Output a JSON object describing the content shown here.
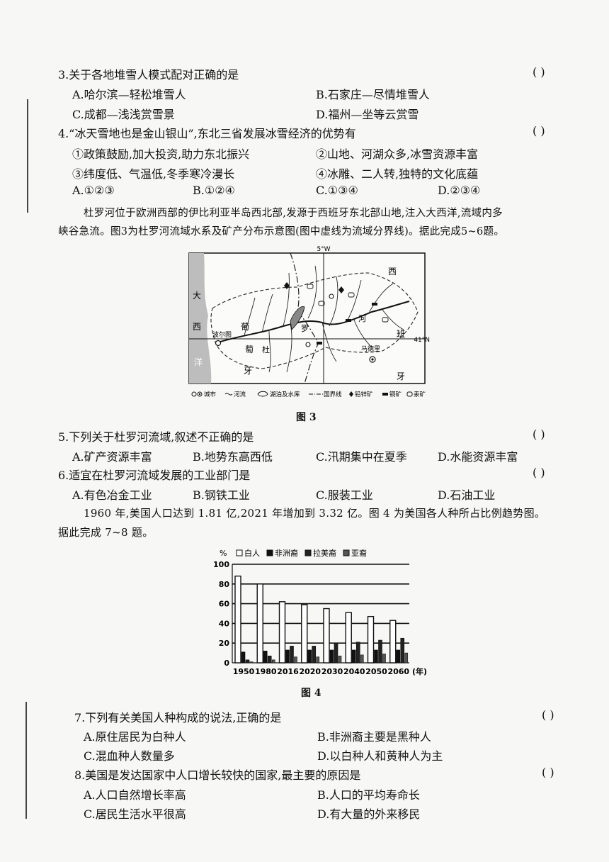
{
  "q3": {
    "stem": "3.关于各地堆雪人模式配对正确的是",
    "paren": "(    )",
    "options": [
      "A.哈尔滨—轻松堆雪人",
      "B.石家庄—尽情堆雪人",
      "C.成都—浅浅赏雪景",
      "D.福州—坐等云赏雪"
    ]
  },
  "q4": {
    "stem": "4.“冰天雪地也是金山银山”,东北三省发展冰雪经济的优势有",
    "paren": "(    )",
    "items": [
      "①政策鼓励,加大投资,助力东北振兴",
      "②山地、河湖众多,冰雪资源丰富",
      "③纬度低、气温低,冬季寒冷漫长",
      "④冰雕、二人转,独特的文化底蕴"
    ],
    "options": [
      "A.①②③",
      "B.①②④",
      "C.①③④",
      "D.②③④"
    ]
  },
  "passage1": {
    "line1": "杜罗河位于欧洲西部的伊比利亚半岛西北部,发源于西班牙东北部山地,注入大西洋,流域内多",
    "line2": "峡谷急流。图3为杜罗河流域水系及矿产分布示意图(图中虚线为流域分界线)。据此完成5~6题。"
  },
  "map": {
    "lon_label": "5°W",
    "lat_label": "41°N",
    "ocean": [
      "大",
      "西",
      "洋"
    ],
    "country_labels": [
      "葡",
      "萄",
      "牙",
      "西",
      "班",
      "牙"
    ],
    "river_labels": [
      "罗",
      "杜",
      "河"
    ],
    "city_labels": [
      "波尔图",
      "马德里"
    ],
    "legend": [
      "城市",
      "河流",
      "湖泊及水库",
      "国界线",
      "铅锌矿",
      "铜矿",
      "汞矿"
    ],
    "caption": "图 3"
  },
  "q5": {
    "stem": "5.下列关于杜罗河流域,叙述不正确的是",
    "paren": "(    )",
    "options": [
      "A.矿产资源丰富",
      "B.地势东高西低",
      "C.汛期集中在夏季",
      "D.水能资源丰富"
    ]
  },
  "q6": {
    "stem": "6.适宜在杜罗河流域发展的工业部门是",
    "paren": "(    )",
    "options": [
      "A.有色冶金工业",
      "B.钢铁工业",
      "C.服装工业",
      "D.石油工业"
    ]
  },
  "passage2": {
    "line1": "1960 年,美国人口达到 1.81 亿,2021 年增加到 3.32 亿。图 4 为美国各人种所占比例趋势图。",
    "line2": "据此完成 7~8 题。"
  },
  "chart_data": {
    "type": "bar",
    "ylabel": "%",
    "xlabel": "(年)",
    "ylim": [
      0,
      100
    ],
    "yticks": [
      0,
      20,
      40,
      60,
      80,
      100
    ],
    "grid": true,
    "legend_position": "top",
    "categories": [
      "1950",
      "1980",
      "2016",
      "2020",
      "2030",
      "2040",
      "2050",
      "2060"
    ],
    "series": [
      {
        "name": "白人",
        "values": [
          88,
          80,
          62,
          59,
          55,
          51,
          47,
          43
        ]
      },
      {
        "name": "非洲裔",
        "values": [
          11,
          12,
          13,
          13,
          13,
          13,
          13,
          13
        ]
      },
      {
        "name": "拉美裔",
        "values": [
          3,
          7,
          17,
          17,
          20,
          21,
          23,
          25
        ]
      },
      {
        "name": "亚裔",
        "values": [
          1,
          3,
          6,
          6,
          7,
          8,
          9,
          10
        ]
      }
    ],
    "colors": [
      "#ffffff",
      "#111111",
      "#222222",
      "#555555"
    ],
    "caption": "图 4"
  },
  "q7": {
    "stem": "7.下列有关美国人种构成的说法,正确的是",
    "paren": "(    )",
    "options": [
      "A.原住居民为白种人",
      "B.非洲裔主要是黑种人",
      "C.混血种人数量多",
      "D.以白种人和黄种人为主"
    ]
  },
  "q8": {
    "stem": "8.美国是发达国家中人口增长较快的国家,最主要的原因是",
    "paren": "(    )",
    "options": [
      "A.人口自然增长率高",
      "B.人口的平均寿命长",
      "C.居民生活水平很高",
      "D.有大量的外来移民"
    ]
  }
}
